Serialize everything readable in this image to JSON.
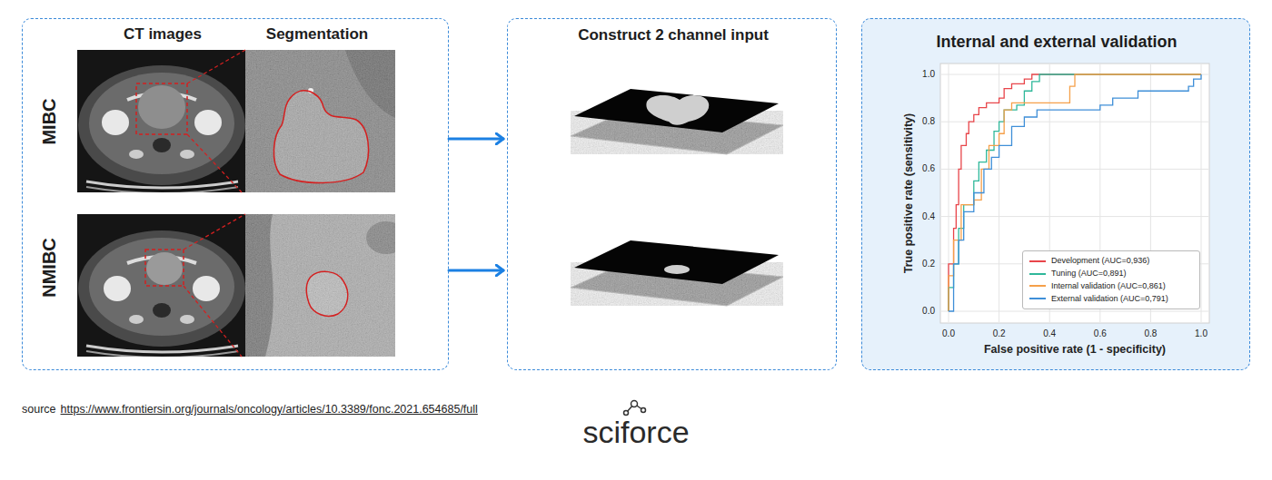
{
  "diagram": {
    "nodes": [
      {
        "text": [
          "CT images",
          "Segmentation"
        ]
      },
      {
        "text": [
          "MIBC"
        ],
        "in": 0
      },
      {
        "text": [
          "NMIBC"
        ],
        "in": 0
      },
      {
        "text": [
          "Construct 2 channel input"
        ]
      },
      {
        "text": [
          "Internal and external validation"
        ]
      }
    ],
    "edges": [
      {
        "from": 1,
        "to": 3,
        "arrow": "to"
      },
      {
        "from": 2,
        "to": 3,
        "arrow": "to"
      }
    ],
    "labels": [
      "1.0",
      "0.8",
      "0.6",
      "0.4",
      "0.2",
      "0.0",
      "0.0",
      "0.2",
      "0.4",
      "0.6",
      "0.8",
      "1.0",
      "True positive rate (sensitivity)",
      "False positive rate (1 - specificity)",
      "source",
      "https://www.frontiersin.org/journals/oncology/articles/10.3389/fonc.2021.654685/full",
      "sciforce"
    ],
    "legend": [
      {
        "text": "Development (AUC=0,936)",
        "color": "#e8454a"
      },
      {
        "text": "Tuning (AUC=0,891)",
        "color": "#2fb89a"
      },
      {
        "text": "Internal validation (AUC=0,861)",
        "color": "#f5a04a"
      },
      {
        "text": "External validation (AUC=0,791)",
        "color": "#3f8fd8"
      }
    ]
  }
}
